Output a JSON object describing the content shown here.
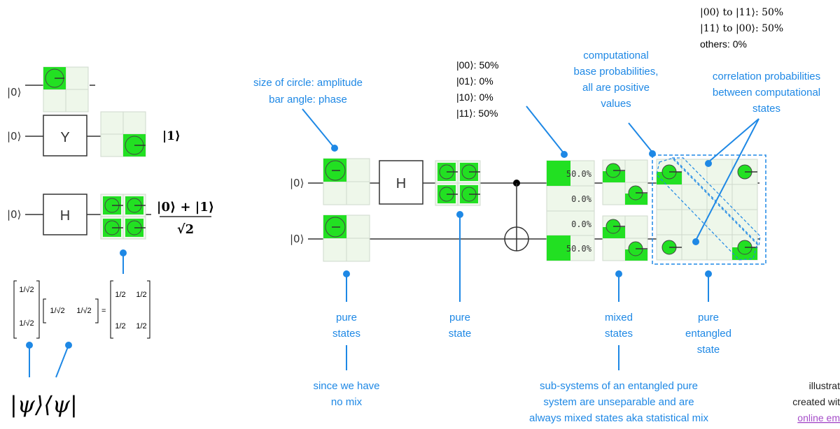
{
  "colors": {
    "annotation": "#1e88e5",
    "amplitude_fill": "#22e022",
    "cell_bg": "#eef7ea",
    "cell_border": "#cfd8cc",
    "wire": "#333333",
    "link": "#a64dc9"
  },
  "left_panel": {
    "ket0": "|0⟩",
    "gate_y": "Y",
    "gate_h": "H",
    "ket1_label": "|1⟩",
    "superposition_num": "|0⟩ + |1⟩",
    "superposition_den": "√2",
    "matrix_column": [
      "1/√2",
      "1/√2"
    ],
    "matrix_row": [
      "1/√2",
      "1/√2"
    ],
    "matrix_result": [
      [
        "1/2",
        "1/2"
      ],
      [
        "1/2",
        "1/2"
      ]
    ],
    "density_label": "|ψ⟩⟨ψ|"
  },
  "circuit": {
    "ket0_top": "|0⟩",
    "ket0_bottom": "|0⟩",
    "gate_h": "H",
    "probabilities": [
      "50.0%",
      "0.0%",
      "0.0%",
      "50.0%"
    ]
  },
  "annotations": {
    "size_line1": "size of circle: amplitude",
    "size_line2": "bar angle: phase",
    "prob_list": [
      "|00⟩: 50%",
      "|01⟩: 0%",
      "|10⟩: 0%",
      "|11⟩: 50%"
    ],
    "comp_base": [
      "computational",
      "base probabilities,",
      "all are positive",
      "values"
    ],
    "corr_list": [
      "|00⟩ to |11⟩: 50%",
      "|11⟩ to |00⟩: 50%",
      "others: 0%"
    ],
    "corr_prob": [
      "correlation probabilities",
      "between computational",
      "states"
    ],
    "pure_states": [
      "pure",
      "states"
    ],
    "pure_state": [
      "pure",
      "state"
    ],
    "mixed_states": [
      "mixed",
      "states"
    ],
    "pure_entangled": [
      "pure",
      "entangled",
      "state"
    ],
    "since_no_mix": [
      "since we have",
      "no mix"
    ],
    "subsystems": [
      "sub-systems of an entangled pure",
      "system are unseparable and are",
      "always mixed states aka statistical mix"
    ],
    "illustration": [
      "illustrat",
      "created wit",
      "online em"
    ]
  }
}
